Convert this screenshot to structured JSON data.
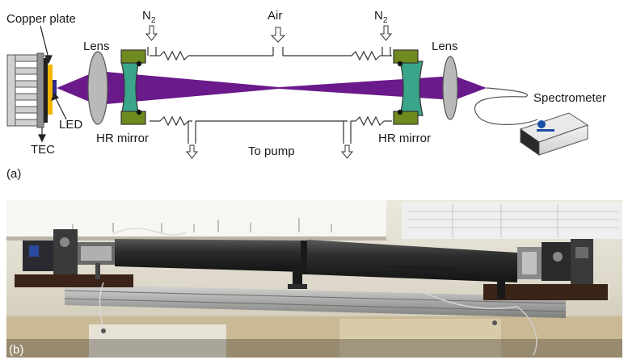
{
  "panel_a": {
    "panel_label": "(a)",
    "labels": {
      "copper_plate": "Copper plate",
      "lens_left": "Lens",
      "lens_right": "Lens",
      "n2_left_main": "N",
      "n2_left_sub": "2",
      "n2_right_main": "N",
      "n2_right_sub": "2",
      "air": "Air",
      "led": "LED",
      "tec": "TEC",
      "hr_mirror_left": "HR mirror",
      "hr_mirror_right": "HR mirror",
      "to_pump": "To pump",
      "spectrometer": "Spectrometer"
    },
    "colors": {
      "beam": "#6a1a8a",
      "mirror_mount": "#6f8a1e",
      "mirror": "#3aa58a",
      "lens": "#b9b9b9",
      "heat_sink": "#cfcfcf",
      "led_plate": "#f2b500",
      "led_die": "#2c2c8a"
    }
  },
  "panel_b": {
    "panel_label": "(b)",
    "icons": [
      "optical-bench-photo"
    ]
  }
}
